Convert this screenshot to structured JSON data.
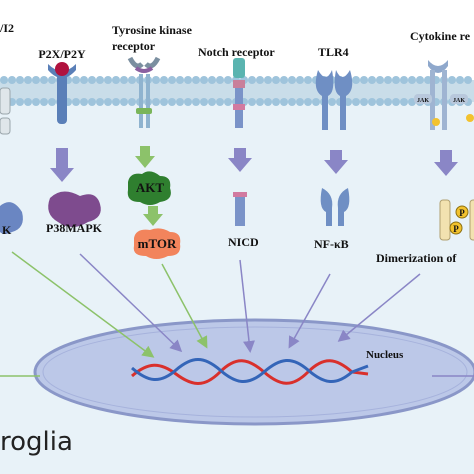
{
  "labels": {
    "receptor_cut_left": "/I2",
    "p2x_p2y": "P2X/P2Y",
    "tyrosine_kinase_line1": "Tyrosine kinase",
    "tyrosine_kinase_line2": "receptor",
    "notch_receptor": "Notch receptor",
    "tlr4": "TLR4",
    "cytokine_receptor": "Cytokine re",
    "jak_1": "JAK",
    "jak_2": "JAK",
    "p_1": "P",
    "p_2": "P",
    "akt": "AKT",
    "mtor": "mTOR",
    "k_cut": "K",
    "p38mapk": "P38MAPK",
    "nicd": "NICD",
    "nf_kb": "NF-κB",
    "dimerization": "Dimerization of",
    "nucleus": "Nucleus",
    "roglia": "roglia"
  },
  "colors": {
    "background": "#ffffff",
    "cytoplasm": "#e8f2f8",
    "membrane_head": "#9fc4dc",
    "membrane_tail": "#c9dde9",
    "nucleus_fill": "#bcc8e8",
    "nucleus_edge": "#8a97c8",
    "arrow_purple": "#8a86c6",
    "arrow_green": "#8cc26a",
    "akt_green": "#2f7f2f",
    "mtor_orange": "#f2845c",
    "p38_purple": "#7e4b8e",
    "receptor_blue": "#6f8fc4",
    "dna_red": "#d9302c",
    "dna_blue": "#3465b8"
  }
}
